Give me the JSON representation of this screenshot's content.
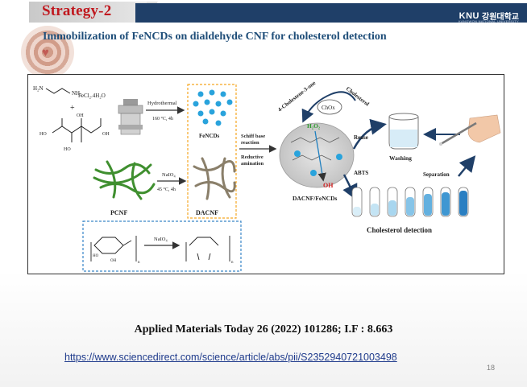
{
  "header": {
    "strategy_title": "Strategy-2",
    "logo_mark": "KNU",
    "logo_name": "강원대학교",
    "logo_sub": "KANGWON NATIONAL UNIVERSITY"
  },
  "subtitle": "Immobilization of FeNCDs on dialdehyde CNF for cholesterol detection",
  "figure": {
    "h2n_label": "H₂N",
    "nh2_label": "NH₂",
    "fecl2_label": "FeCl₂.4H₂O",
    "plus_label": "+",
    "ho_left": "HO",
    "oh_top": "OH",
    "oh_right": "OH",
    "ho_bottom": "HO",
    "hydrothermal_label": "Hydrothermal",
    "hydrothermal_cond": "160 °C, 4h",
    "fencds_label": "FeNCDs",
    "naio4_label": "NaIO₄",
    "naio4_cond": "45 °C, 4h",
    "pcnf_label": "PCNF",
    "dacnf_label": "DACNF",
    "schiff_1": "Schiff base",
    "schiff_2": "reaction",
    "reductive_1": "Reductive",
    "reductive_2": "amination",
    "cholestenone_label": "4-Cholestene-3-one",
    "cholesterol_label": "Cholesterol",
    "chox_label": "ChOx",
    "h2o2_label": "H₂O₂",
    "oh_radical": "OH",
    "dacnf_fencds_label": "DACNF/FeNCDs",
    "reuse_label": "Reuse",
    "washing_label": "Washing",
    "abts_label": "ABTS",
    "separation_label": "Separation",
    "detection_label": "Cholesterol detection",
    "naio4_bottom": "NaIO₄",
    "ho_struct": "HO",
    "oh_struct": "OH",
    "n_left": "n",
    "n_right": "n"
  },
  "citation": "Applied Materials Today 26 (2022) 101286; I.F : 8.663",
  "link": "https://www.sciencedirect.com/science/article/abs/pii/S2352940721003498",
  "page_number": "18"
}
